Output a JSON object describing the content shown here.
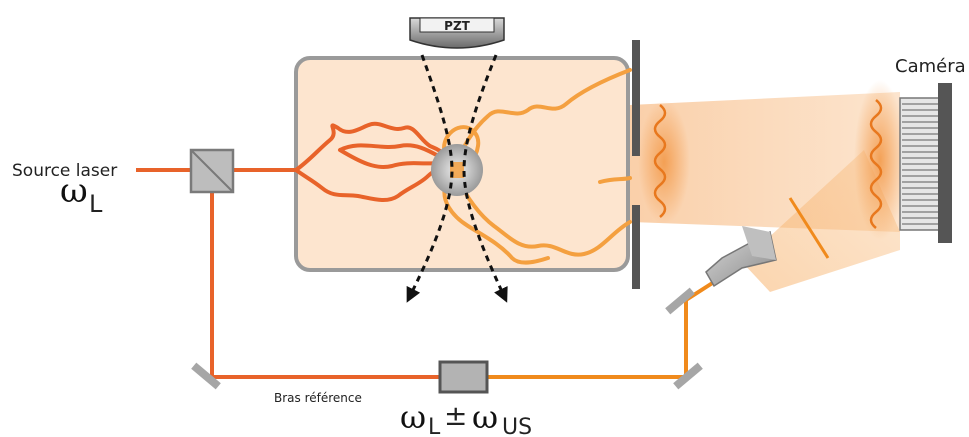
{
  "labels": {
    "source_laser": "Source laser",
    "omega_symbol": "ω",
    "omega_sub_L": "L",
    "pzt": "PZT",
    "camera": "Caméra",
    "bras_reference": "Bras référence",
    "omega_pm": "±",
    "omega_sub_US": "US"
  },
  "colors": {
    "laser": "#e8632a",
    "reference": "#f08a1c",
    "scattered": "#f4a040",
    "medium_fill": "#fde5cf",
    "medium_border": "#9a9a9a",
    "glow": "#f6a760"
  },
  "icons": {
    "beam_splitter": "beam-splitter-cube",
    "mirror": "mirror-plate",
    "modulator": "acousto-optic-modulator",
    "pzt": "pzt-transducer",
    "camera": "camera-sensor",
    "lens": "beam-expander"
  }
}
